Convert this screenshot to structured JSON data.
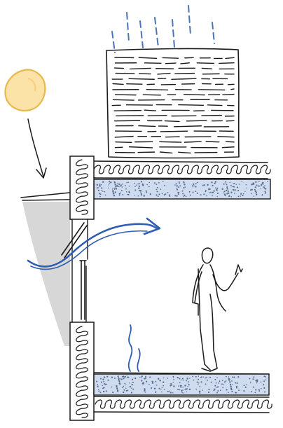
{
  "diagram": {
    "type": "architectural-section-sketch",
    "elements": [
      "rain",
      "green-roof-soil-layer",
      "roof-insulation",
      "roof-concrete-slab",
      "sun",
      "sunshade-overhang",
      "shade-wedge",
      "openable-window",
      "airflow-arrow",
      "wall-insulation",
      "floor-slab",
      "floor-insulation",
      "heat-rising",
      "person"
    ]
  },
  "colors": {
    "sun_fill": "#fbe3a8",
    "sun_stroke": "#e9b84c",
    "slab_fill": "#cfdbef",
    "rain": "#4a74b8",
    "airflow": "#2f5db3",
    "heat": "#2f5db3",
    "shade": "#d7d7d7",
    "ink": "#1a1a1a"
  }
}
